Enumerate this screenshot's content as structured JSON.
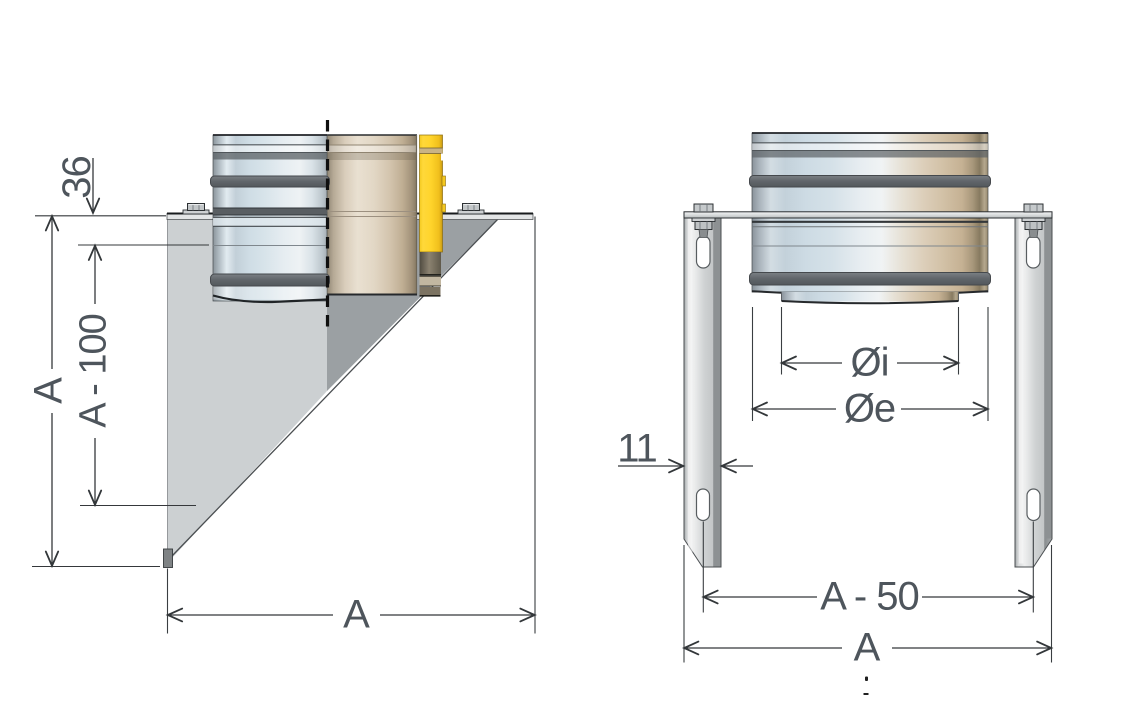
{
  "side_view": {
    "labels": {
      "plate_offset": "36",
      "total_height": "A",
      "reduced_height": "A - 100",
      "total_width": "A"
    }
  },
  "front_view": {
    "labels": {
      "inner_diameter": "Øi",
      "outer_diameter": "Øe",
      "bracket_thickness": "11",
      "slot_spacing": "A - 50",
      "total_width": "A"
    }
  },
  "colors": {
    "insulation_yellow": "#ffd42b",
    "gusset_light": "#ccd0d2",
    "gusset_dark": "#9ba0a3",
    "dimension_text": "#4e555c",
    "metal_highlight": "#e8eef2",
    "outer_shell_beige": "#d9cdbb",
    "gasket_dark": "#60656a"
  }
}
